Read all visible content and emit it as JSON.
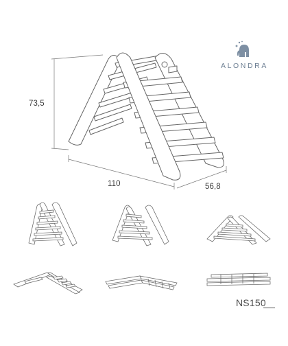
{
  "dimensions": {
    "height": "73,5",
    "length": "110",
    "width": "56,8"
  },
  "brand": {
    "name": "ALONDRA",
    "logo_icon": "elephant-logo-icon"
  },
  "model": {
    "code": "NS150"
  },
  "colors": {
    "line": "#6b6b6b",
    "fill": "#ffffff",
    "brand": "#6d7f93"
  }
}
